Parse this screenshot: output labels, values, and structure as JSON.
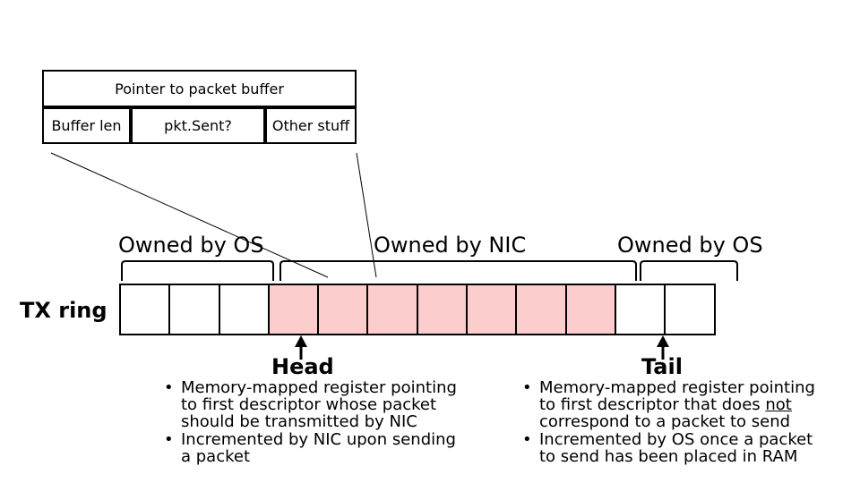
{
  "descriptor": {
    "pointer_label": "Pointer to packet buffer",
    "buffer_len_label": "Buffer len",
    "pkt_sent_label": "pkt.Sent?",
    "other_label": "Other stuff"
  },
  "regions": {
    "os_left": "Owned by OS",
    "nic": "Owned by NIC",
    "os_right": "Owned by OS"
  },
  "ring": {
    "label": "TX ring",
    "slot_owners": [
      "os",
      "os",
      "os",
      "nic",
      "nic",
      "nic",
      "nic",
      "nic",
      "nic",
      "nic",
      "os",
      "os"
    ]
  },
  "head": {
    "label": "Head",
    "bullet_1": "Memory-mapped register pointing to first descriptor whose packet should be transmitted by NIC",
    "bullet_2": "Incremented by NIC upon sending a packet"
  },
  "tail": {
    "label": "Tail",
    "bullet_1_a": "Memory-mapped register pointing to first descriptor that does ",
    "bullet_1_emph": "not",
    "bullet_1_b": " correspond to a packet to send",
    "bullet_2": "Incremented by OS once a packet to send has been placed in RAM"
  },
  "colors": {
    "nic_fill": "#fdcdcd",
    "os_fill": "#ffffff"
  }
}
